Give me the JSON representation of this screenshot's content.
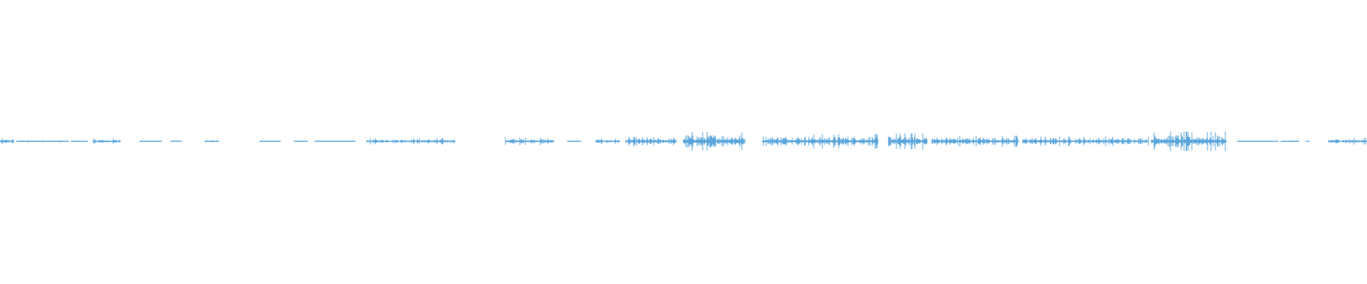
{
  "waveform": {
    "color": "#5aa6dc",
    "background": "#ffffff",
    "segments": [
      {
        "start": 0.0,
        "end": 0.01,
        "amplitude": 0.3
      },
      {
        "start": 0.012,
        "end": 0.05,
        "amplitude": 0.12
      },
      {
        "start": 0.052,
        "end": 0.064,
        "amplitude": 0.05
      },
      {
        "start": 0.068,
        "end": 0.088,
        "amplitude": 0.28
      },
      {
        "start": 0.102,
        "end": 0.118,
        "amplitude": 0.04
      },
      {
        "start": 0.125,
        "end": 0.133,
        "amplitude": 0.15
      },
      {
        "start": 0.15,
        "end": 0.16,
        "amplitude": 0.1
      },
      {
        "start": 0.19,
        "end": 0.205,
        "amplitude": 0.05
      },
      {
        "start": 0.215,
        "end": 0.225,
        "amplitude": 0.05
      },
      {
        "start": 0.23,
        "end": 0.26,
        "amplitude": 0.04
      },
      {
        "start": 0.268,
        "end": 0.333,
        "amplitude": 0.32
      },
      {
        "start": 0.37,
        "end": 0.405,
        "amplitude": 0.4
      },
      {
        "start": 0.415,
        "end": 0.425,
        "amplitude": 0.06
      },
      {
        "start": 0.436,
        "end": 0.453,
        "amplitude": 0.28
      },
      {
        "start": 0.458,
        "end": 0.495,
        "amplitude": 0.45
      },
      {
        "start": 0.5,
        "end": 0.545,
        "amplitude": 1.0
      },
      {
        "start": 0.558,
        "end": 0.642,
        "amplitude": 0.75
      },
      {
        "start": 0.65,
        "end": 0.678,
        "amplitude": 0.85
      },
      {
        "start": 0.682,
        "end": 0.745,
        "amplitude": 0.6
      },
      {
        "start": 0.748,
        "end": 0.84,
        "amplitude": 0.5
      },
      {
        "start": 0.842,
        "end": 0.897,
        "amplitude": 1.0
      },
      {
        "start": 0.905,
        "end": 0.935,
        "amplitude": 0.05
      },
      {
        "start": 0.937,
        "end": 0.95,
        "amplitude": 0.08
      },
      {
        "start": 0.955,
        "end": 0.958,
        "amplitude": 0.04
      },
      {
        "start": 0.972,
        "end": 1.0,
        "amplitude": 0.35
      }
    ]
  }
}
